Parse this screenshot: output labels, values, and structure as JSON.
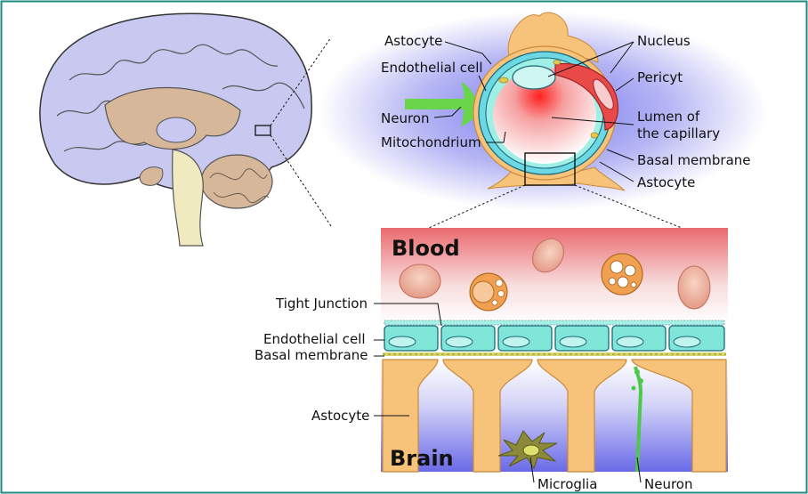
{
  "colors": {
    "frame": "#1f8a80",
    "brain_tissue": "#c8c8f0",
    "blood": "#e86a6a",
    "endothelial": "#7fe6d8",
    "astrocyte": "#f7c27a",
    "pericyte": "#e84a4a",
    "neuron": "#6ad44a",
    "erythrocyte": "#e8a08a",
    "basal_membrane": "#e8e89a"
  },
  "capillary": {
    "labels": {
      "astocyte_top": "Astocyte",
      "endothelial_cell": "Endothelial cell",
      "neuron": "Neuron",
      "mitochondrium": "Mitochondrium",
      "nucleus": "Nucleus",
      "pericyt": "Pericyt",
      "lumen_line1": "Lumen of",
      "lumen_line2": "the capillary",
      "basal_membrane": "Basal membrane",
      "astocyte_bottom": "Astocyte"
    }
  },
  "barrier": {
    "blood_title": "Blood",
    "brain_title": "Brain",
    "labels": {
      "tight_junction": "Tight Junction",
      "endothelial_cell": "Endothelial cell",
      "basal_membrane": "Basal membrane",
      "astocyte": "Astocyte",
      "microglia": "Microglia",
      "neuron": "Neuron"
    }
  }
}
